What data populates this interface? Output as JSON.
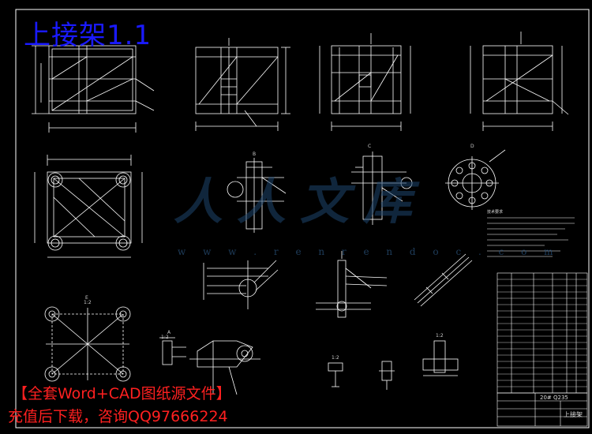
{
  "drawing": {
    "title": "上接架1.1",
    "material_label": "20# Q235",
    "part_name": "上接架",
    "notes_title": "技术要求",
    "detail_labels": [
      "A",
      "B",
      "C",
      "D",
      "E",
      "1:2",
      "1:2",
      "1:2",
      "1:2"
    ]
  },
  "watermark": {
    "text": "人人文库",
    "url": "w w w . r e n r e n d o c . c o m"
  },
  "advert": {
    "line1": "【全套Word+CAD图纸源文件】",
    "line2": "充值后下载，咨询QQ97666224"
  },
  "colors": {
    "background": "#000000",
    "lines": "#ffffff",
    "title": "#1a1aff",
    "advert": "#ff2020",
    "watermark": "#1e466e"
  }
}
